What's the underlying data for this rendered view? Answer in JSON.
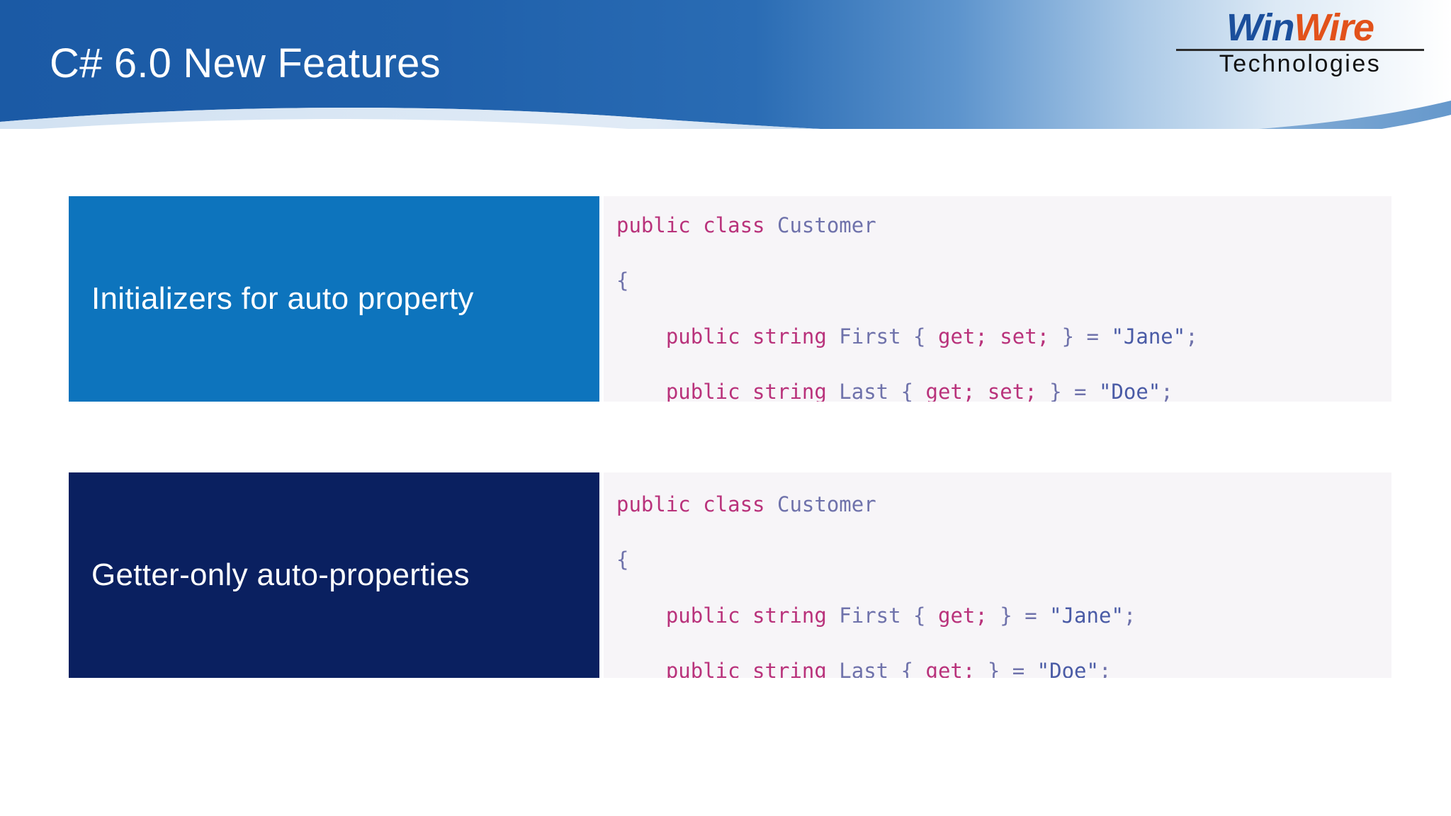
{
  "slide": {
    "title": "C# 6.0 New Features",
    "background_color": "#ffffff"
  },
  "header": {
    "banner_color_left": "#1b5aa5",
    "banner_color_right": "#ffffff",
    "title": "C# 6.0 New Features"
  },
  "logo": {
    "name": "WinWire Technologies",
    "word_1": "Win",
    "word_2": "Wire",
    "subtitle": "Technologies",
    "color_1": "#1b4f9c",
    "color_2": "#e2521b",
    "subtitle_color": "#111111"
  },
  "features": [
    {
      "label": "Initializers for auto property",
      "label_color": "#0d74bd",
      "code_background": "#f7f5f8",
      "code_lines": [
        [
          {
            "t": "public class ",
            "c": "kw"
          },
          {
            "t": "Customer",
            "c": "type"
          }
        ],
        [
          {
            "t": "{",
            "c": "punct"
          }
        ],
        [
          {
            "t": "    ",
            "c": "plain"
          },
          {
            "t": "public string ",
            "c": "kw"
          },
          {
            "t": "First",
            "c": "ident"
          },
          {
            "t": " { ",
            "c": "punct"
          },
          {
            "t": "get; set;",
            "c": "kw"
          },
          {
            "t": " } = ",
            "c": "punct"
          },
          {
            "t": "\"Jane\"",
            "c": "str"
          },
          {
            "t": ";",
            "c": "punct"
          }
        ],
        [
          {
            "t": "    ",
            "c": "plain"
          },
          {
            "t": "public string ",
            "c": "kw"
          },
          {
            "t": "Last",
            "c": "ident"
          },
          {
            "t": " { ",
            "c": "punct"
          },
          {
            "t": "get; set;",
            "c": "kw"
          },
          {
            "t": " } = ",
            "c": "punct"
          },
          {
            "t": "\"Doe\"",
            "c": "str"
          },
          {
            "t": ";",
            "c": "punct"
          }
        ],
        [
          {
            "t": "}",
            "c": "punct"
          }
        ]
      ]
    },
    {
      "label": "Getter-only auto-properties",
      "label_color": "#0a2060",
      "code_background": "#f7f5f8",
      "code_lines": [
        [
          {
            "t": "public class ",
            "c": "kw"
          },
          {
            "t": "Customer",
            "c": "type"
          }
        ],
        [
          {
            "t": "{",
            "c": "punct"
          }
        ],
        [
          {
            "t": "    ",
            "c": "plain"
          },
          {
            "t": "public string ",
            "c": "kw"
          },
          {
            "t": "First",
            "c": "ident"
          },
          {
            "t": " { ",
            "c": "punct"
          },
          {
            "t": "get;",
            "c": "kw"
          },
          {
            "t": " } = ",
            "c": "punct"
          },
          {
            "t": "\"Jane\"",
            "c": "str"
          },
          {
            "t": ";",
            "c": "punct"
          }
        ],
        [
          {
            "t": "    ",
            "c": "plain"
          },
          {
            "t": "public string ",
            "c": "kw"
          },
          {
            "t": "Last",
            "c": "ident"
          },
          {
            "t": " { ",
            "c": "punct"
          },
          {
            "t": "get;",
            "c": "kw"
          },
          {
            "t": " } = ",
            "c": "punct"
          },
          {
            "t": "\"Doe\"",
            "c": "str"
          },
          {
            "t": ";",
            "c": "punct"
          }
        ],
        [
          {
            "t": "}",
            "c": "punct"
          }
        ]
      ]
    }
  ],
  "syntax_colors": {
    "keyword": "#b9327b",
    "type": "#6f72ab",
    "identifier": "#6f72ab",
    "punctuation": "#6f72ab",
    "string": "#4a5ba6"
  }
}
